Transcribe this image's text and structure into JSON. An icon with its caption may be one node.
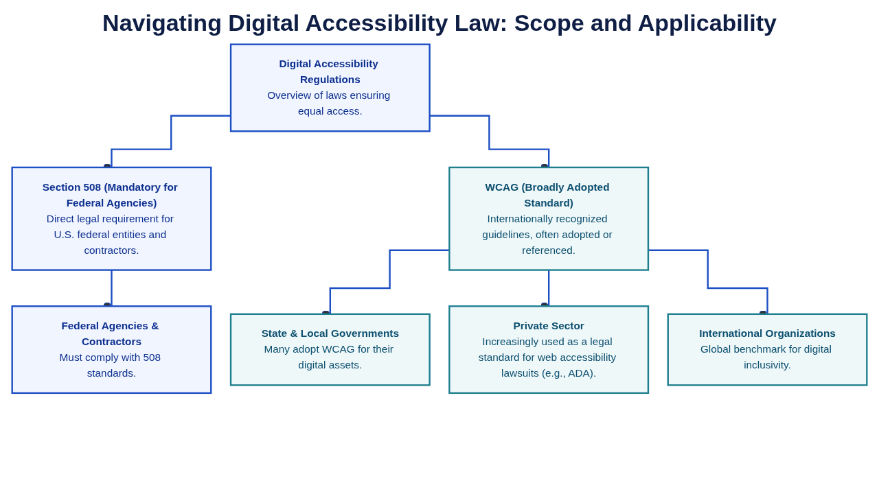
{
  "diagram": {
    "title": "Navigating Digital Accessibility Law: Scope and Applicability",
    "nodes": [
      {
        "text": [
          "Digital Accessibility Regulations",
          "Overview of laws ensuring equal access."
        ]
      },
      {
        "text": [
          "Section 508 (Mandatory for Federal Agencies)",
          "Direct legal requirement for U.S. federal entities and contractors."
        ]
      },
      {
        "text": [
          "WCAG (Broadly Adopted Standard)",
          "Internationally recognized guidelines, often adopted or referenced."
        ]
      },
      {
        "text": [
          "Federal Agencies & Contractors",
          "Must comply with 508 standards."
        ]
      },
      {
        "text": [
          "State & Local Governments",
          "Many adopt WCAG for their digital assets."
        ]
      },
      {
        "text": [
          "Private Sector",
          "Increasingly used as a legal standard for web accessibility lawsuits (e.g., ADA)."
        ]
      },
      {
        "text": [
          "International Organizations",
          "Global benchmark for digital inclusivity."
        ]
      }
    ],
    "edges": [
      {
        "from": 0,
        "to": 1,
        "arrow": "other"
      },
      {
        "from": 0,
        "to": 2,
        "arrow": "other"
      },
      {
        "from": 1,
        "to": 3,
        "arrow": "other"
      },
      {
        "from": 2,
        "to": 4,
        "arrow": "other"
      },
      {
        "from": 2,
        "to": 5,
        "arrow": "other"
      },
      {
        "from": 2,
        "to": 6,
        "arrow": "other"
      }
    ]
  }
}
